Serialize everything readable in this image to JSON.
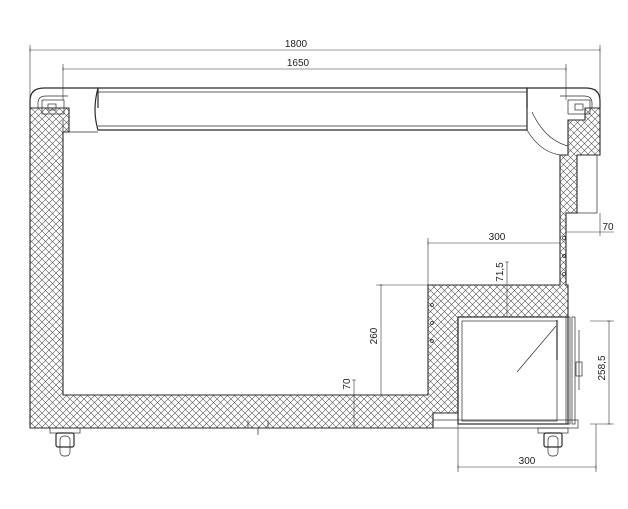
{
  "drawing": {
    "dimensions": {
      "overall_width": "1800",
      "inner_width": "1650",
      "step_width": "300",
      "side_offset": "70",
      "step_thickness": "71,5",
      "step_height": "260",
      "floor_thickness": "70",
      "compressor_height": "258,5",
      "compressor_width": "300"
    }
  }
}
